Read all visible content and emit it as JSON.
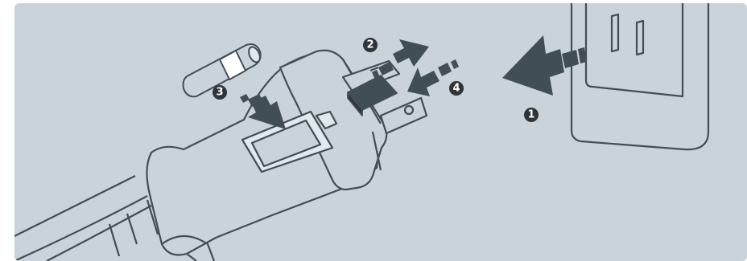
{
  "colors": {
    "background": "#c9d3d9",
    "outline": "#414e55",
    "arrow": "#414e55",
    "fill_light": "#e2e9ed",
    "badge": "#2f3437",
    "fuse_band": "#ffffff"
  },
  "steps": [
    {
      "number": "1",
      "label": "1"
    },
    {
      "number": "2",
      "label": "2"
    },
    {
      "number": "3",
      "label": "3"
    },
    {
      "number": "4",
      "label": "4"
    }
  ],
  "icons": [
    "outlet-icon",
    "plug-icon",
    "fuse-icon",
    "fuse-cover-icon",
    "arrow-icon"
  ]
}
